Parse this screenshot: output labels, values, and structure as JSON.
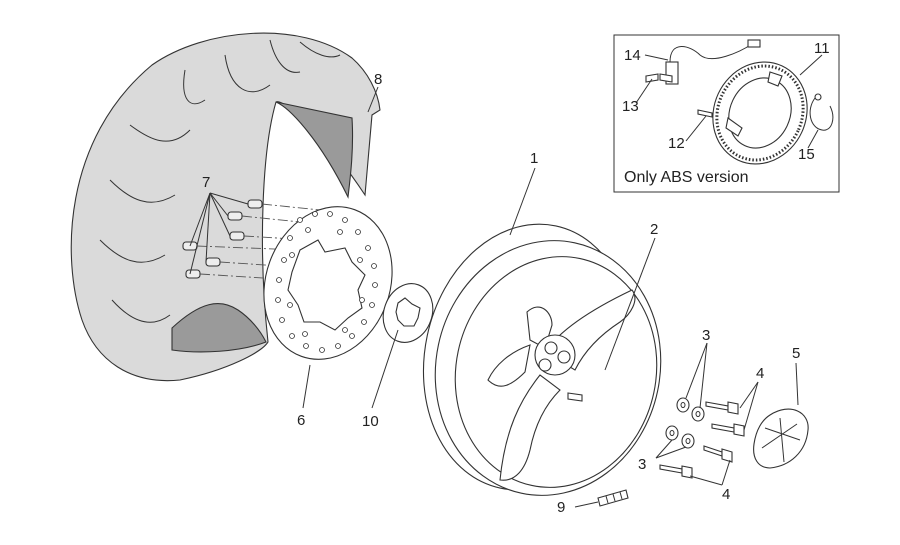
{
  "diagram": {
    "type": "exploded-parts-view",
    "colors": {
      "line": "#333333",
      "tire_fill": "#d9d9d9",
      "tire_inner": "#9a9a9a",
      "background": "#ffffff"
    },
    "inset": {
      "caption": "Only ABS version"
    },
    "callouts": {
      "c1": "1",
      "c2": "2",
      "c3a": "3",
      "c3b": "3",
      "c4a": "4",
      "c4b": "4",
      "c5": "5",
      "c6": "6",
      "c7": "7",
      "c8": "8",
      "c9": "9",
      "c10": "10",
      "c11": "11",
      "c12": "12",
      "c13": "13",
      "c14": "14",
      "c15": "15"
    }
  }
}
